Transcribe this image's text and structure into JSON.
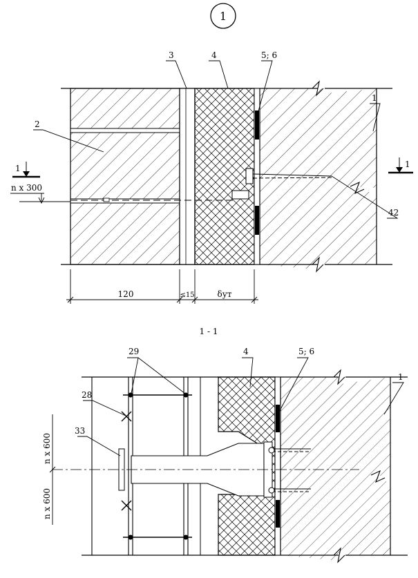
{
  "detail": {
    "number": "1"
  },
  "top_view": {
    "labels": {
      "l1": "1",
      "l2": "2",
      "l3": "3",
      "l4": "4",
      "l56": "5; 6",
      "l42": "42"
    },
    "section_marks": {
      "left": "1",
      "right": "1"
    },
    "spacing": "n x 300",
    "dims": {
      "d120": "120",
      "d15": "≤15",
      "dins": "δут"
    }
  },
  "section": {
    "title": "1 - 1",
    "labels": {
      "l29": "29",
      "l4": "4",
      "l56": "5; 6",
      "l28": "28",
      "l33": "33",
      "l1": "1"
    },
    "spacing_top": "n x 600",
    "spacing_bottom": "n x 600"
  },
  "colors": {
    "ink": "#000000",
    "paper": "#ffffff"
  }
}
